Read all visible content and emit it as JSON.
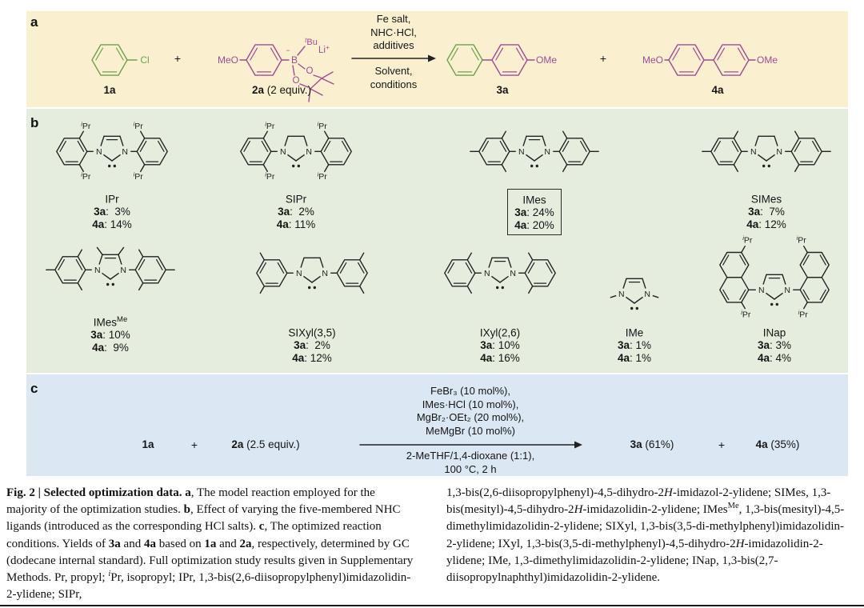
{
  "colors": {
    "panel_a_bg": "#FAF0CF",
    "panel_b_bg": "#E5EEDE",
    "panel_c_bg": "#DBE7F2",
    "green": "#70A14E",
    "purple": "#9E4D96",
    "line": "#222222"
  },
  "chem": {
    "labels": {
      "n": "N",
      "ipr_sup": "i",
      "ipr_base": "Pr"
    }
  },
  "panel_a": {
    "label": "a",
    "compound_1a": "1a",
    "plus": "+",
    "compound_2a": {
      "bold": "2a",
      "rest": " (2 equiv.)"
    },
    "arrow_above": [
      "Fe salt,",
      "NHC·HCl,",
      "additives"
    ],
    "arrow_below": [
      "Solvent,",
      "conditions"
    ],
    "compound_3a": "3a",
    "compound_4a": "4a",
    "atoms": {
      "cl": "Cl",
      "meo": "MeO",
      "ome": "OMe",
      "b": "B",
      "minus": "−",
      "li": "Li",
      "li_sup": "+",
      "tbu_sup": "t",
      "tbu_base": "Bu"
    }
  },
  "panel_b": {
    "label": "b",
    "label_3a": "3a",
    "label_4a": "4a",
    "ligands": [
      {
        "name": "IPr",
        "name_sup": "",
        "y3a": ":  3%",
        "y4a": ": 14%",
        "boxed": false,
        "struct": {
          "sat": false,
          "aryl": "dipp",
          "topMe": false
        }
      },
      {
        "name": "SIPr",
        "name_sup": "",
        "y3a": ":  2%",
        "y4a": ": 11%",
        "boxed": false,
        "struct": {
          "sat": true,
          "aryl": "dipp",
          "topMe": false
        }
      },
      {
        "name": "IMes",
        "name_sup": "",
        "y3a": ": 24%",
        "y4a": ": 20%",
        "boxed": true,
        "struct": {
          "sat": false,
          "aryl": "mes",
          "topMe": false
        }
      },
      {
        "name": "SIMes",
        "name_sup": "",
        "y3a": ":  7%",
        "y4a": ": 12%",
        "boxed": false,
        "struct": {
          "sat": true,
          "aryl": "mes",
          "topMe": false
        }
      },
      {
        "name": "IMes",
        "name_sup": "Me",
        "y3a": ": 10%",
        "y4a": ":  9%",
        "boxed": false,
        "struct": {
          "sat": false,
          "aryl": "mes",
          "topMe": true
        }
      },
      {
        "name": "SIXyl(3,5)",
        "name_sup": "",
        "y3a": ":  2%",
        "y4a": ": 12%",
        "boxed": false,
        "struct": {
          "sat": true,
          "aryl": "xyl35",
          "topMe": false
        }
      },
      {
        "name": "IXyl(2,6)",
        "name_sup": "",
        "y3a": ": 10%",
        "y4a": ": 16%",
        "boxed": false,
        "struct": {
          "sat": false,
          "aryl": "xyl26",
          "topMe": false
        }
      },
      {
        "name": "IMe",
        "name_sup": "",
        "y3a": ": 1%",
        "y4a": ": 1%",
        "boxed": false,
        "struct": {
          "sat": false,
          "aryl": "nme",
          "topMe": false
        }
      },
      {
        "name": "INap",
        "name_sup": "",
        "y3a": ": 3%",
        "y4a": ": 4%",
        "boxed": false,
        "struct": {
          "sat": false,
          "aryl": "nap",
          "topMe": false
        }
      }
    ]
  },
  "panel_c": {
    "label": "c",
    "compound_1a": "1a",
    "plus": "+",
    "compound_2a": {
      "bold": "2a",
      "rest": " (2.5 equiv.)"
    },
    "arrow_above": [
      "FeBr₃ (10 mol%),",
      "IMes·HCl (10 mol%),",
      "MgBr₂·OEt₂ (20 mol%),",
      "MeMgBr (10 mol%)"
    ],
    "arrow_below": [
      "2-MeTHF/1,4-dioxane (1:1),",
      "100 °C, 2 h"
    ],
    "compound_3a": {
      "bold": "3a",
      "rest": " (61%)"
    },
    "compound_4a": {
      "bold": "4a",
      "rest": " (35%)"
    }
  },
  "caption": {
    "left": [
      {
        "t": "Fig. 2 | Selected optimization data. ",
        "b": true
      },
      {
        "t": "a",
        "b": true
      },
      {
        "t": ", The model reaction employed for the majority of the optimization studies. "
      },
      {
        "t": "b",
        "b": true
      },
      {
        "t": ", Effect of varying the five-membered NHC ligands (introduced as the corresponding HCl salts). "
      },
      {
        "t": "c",
        "b": true
      },
      {
        "t": ", The optimized reaction conditions. Yields of "
      },
      {
        "t": "3a",
        "b": true
      },
      {
        "t": " and "
      },
      {
        "t": "4a",
        "b": true
      },
      {
        "t": " based on "
      },
      {
        "t": "1a",
        "b": true
      },
      {
        "t": " and "
      },
      {
        "t": "2a",
        "b": true
      },
      {
        "t": ", respectively, determined by GC (dodecane internal standard). Full optimization study results given in Supplementary Methods. Pr, propyl; "
      },
      {
        "t": "i",
        "sup": true,
        "i": true
      },
      {
        "t": "Pr, isopropyl; IPr, 1,3-bis(2,6-diisopropylphenyl)imidazolidin-2-ylidene; SIPr,"
      }
    ],
    "right": [
      {
        "t": "1,3-bis(2,6-diisopropylphenyl)-4,5-dihydro-2"
      },
      {
        "t": "H",
        "i": true
      },
      {
        "t": "-imidazol-2-ylidene; SIMes, 1,3-bis(mesityl)-4,5-dihydro-2"
      },
      {
        "t": "H",
        "i": true
      },
      {
        "t": "-imidazolidin-2-ylidene; IMes"
      },
      {
        "t": "Me",
        "sup": true
      },
      {
        "t": ", 1,3-bis(mesityl)-4,5-dimethylimidazolidin-2-ylidene; SIXyl, 1,3-bis(3,5-di-methylphenyl)imidazolidin-2-ylidene; IXyl, 1,3-bis(3,5-di-methylphenyl)-4,5-dihydro-2"
      },
      {
        "t": "H",
        "i": true
      },
      {
        "t": "-imidazolidin-2-ylidene; IMe, 1,3-dimethylimidazolidin-2-ylidene; INap, 1,3-bis(2,7-diisopropylnaphthyl)imidazolidin-2-ylidene."
      }
    ]
  }
}
